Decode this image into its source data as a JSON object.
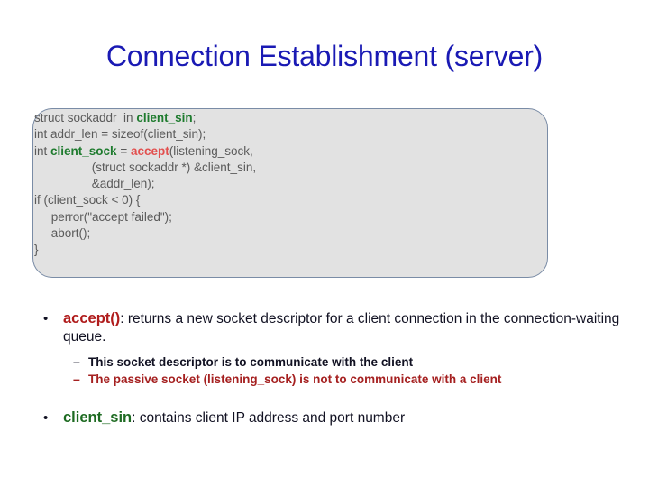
{
  "slide": {
    "title": "Connection Establishment (server)",
    "title_color": "#1A1AB4",
    "background_color": "#FFFFFF"
  },
  "code_block": {
    "background_color": "#E2E2E2",
    "border_color": "#7A8CA6",
    "text_color": "#5A5A5A",
    "highlight_green": "#1E7B2E",
    "highlight_red": "#E2504F",
    "lines": [
      {
        "segments": [
          {
            "text": "struct sockaddr_in ",
            "style": "plain"
          },
          {
            "text": "client_sin",
            "style": "green"
          },
          {
            "text": ";",
            "style": "plain"
          }
        ]
      },
      {
        "segments": [
          {
            "text": "int addr_len = sizeof(client_sin);",
            "style": "plain"
          }
        ]
      },
      {
        "segments": [
          {
            "text": "int ",
            "style": "plain"
          },
          {
            "text": "client_sock",
            "style": "green"
          },
          {
            "text": " = ",
            "style": "plain"
          },
          {
            "text": "accept",
            "style": "red"
          },
          {
            "text": "(listening_sock,",
            "style": "plain"
          }
        ]
      },
      {
        "segments": [
          {
            "text": "                 (struct sockaddr *) &client_sin,",
            "style": "plain"
          }
        ]
      },
      {
        "segments": [
          {
            "text": "                 &addr_len);",
            "style": "plain"
          }
        ]
      },
      {
        "segments": [
          {
            "text": "if (client_sock < 0) {",
            "style": "plain"
          }
        ]
      },
      {
        "segments": [
          {
            "text": "     perror(\"accept failed\");",
            "style": "plain"
          }
        ]
      },
      {
        "segments": [
          {
            "text": "     abort();",
            "style": "plain"
          }
        ]
      },
      {
        "segments": [
          {
            "text": "}",
            "style": "plain"
          }
        ]
      }
    ]
  },
  "bullets": {
    "marker_level1": "•",
    "marker_level2": "–",
    "items": [
      {
        "level": 1,
        "keyword": "accept()",
        "keyword_color": "#B01C1C",
        "keyword_style": "red",
        "text": ": returns a new socket descriptor for a client connection in the connection-waiting queue.",
        "children": [
          {
            "level": 2,
            "text": "This socket descriptor is to communicate with the client",
            "color": "#111122"
          },
          {
            "level": 2,
            "text": "The passive socket (listening_sock) is not to communicate with a client",
            "color": "#A52020"
          }
        ]
      },
      {
        "level": 1,
        "keyword": "client_sin",
        "keyword_color": "#1E6B22",
        "keyword_style": "green",
        "text": ": contains client IP address and port number",
        "children": []
      }
    ]
  }
}
